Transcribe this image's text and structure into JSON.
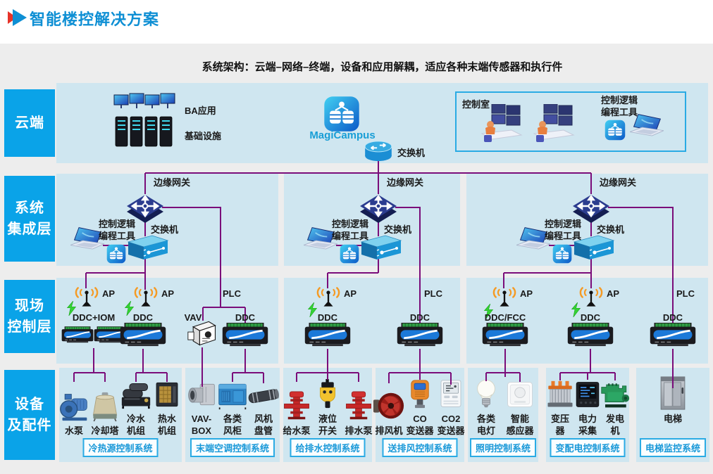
{
  "colors": {
    "accent_blue": "#0aa3e8",
    "title_blue": "#0e8fd4",
    "panel_blue": "#cfe6f0",
    "line_purple": "#7a0d7a",
    "badge_blue": "#2aabe4",
    "background_gray": "#ededed"
  },
  "header": {
    "title": "智能楼控解决方案"
  },
  "subtitle": "系统架构：云端–网络–终端，设备和应用解耦，适应各种末端传感器和执行件",
  "layer_labels": {
    "cloud": "云端",
    "integration_l1": "系统",
    "integration_l2": "集成层",
    "field_l1": "现场",
    "field_l2": "控制层",
    "devices_l1": "设备",
    "devices_l2": "及配件"
  },
  "cloud": {
    "ba_app": "BA应用",
    "infrastructure": "基础设施",
    "platform": "MagiCampus",
    "switch": "交换机",
    "control_room": "控制室",
    "tool_l1": "控制逻辑",
    "tool_l2": "编程工具"
  },
  "integration": {
    "gateway": "边缘网关",
    "tool_l1": "控制逻辑",
    "tool_l2": "编程工具",
    "switch": "交换机"
  },
  "field": {
    "ap": "AP",
    "plc": "PLC",
    "ddc_iom": "DDC+IOM",
    "ddc": "DDC",
    "ddc_fcc": "DDC/FCC",
    "vav": "VAV"
  },
  "device_groups": [
    {
      "badge": "冷热源控制系统",
      "items": [
        {
          "l1": "水泵"
        },
        {
          "l1": "冷却塔"
        },
        {
          "l1": "冷水",
          "l2": "机组"
        },
        {
          "l1": "热水",
          "l2": "机组"
        }
      ]
    },
    {
      "badge": "末端空调控制系统",
      "items": [
        {
          "l1": "VAV-",
          "l2": "BOX"
        },
        {
          "l1": "各类",
          "l2": "风柜"
        },
        {
          "l1": "风机",
          "l2": "盘管"
        }
      ]
    },
    {
      "badge": "给排水控制系统",
      "items": [
        {
          "l1": "给水泵"
        },
        {
          "l1": "液位",
          "l2": "开关"
        },
        {
          "l1": "排水泵"
        }
      ]
    },
    {
      "badge": "送排风控制系统",
      "items": [
        {
          "l1": "排风机"
        },
        {
          "l1": "CO",
          "l2": "变送器"
        },
        {
          "l1": "CO2",
          "l2": "变送器"
        }
      ]
    },
    {
      "badge": "照明控制系统",
      "items": [
        {
          "l1": "各类",
          "l2": "电灯"
        },
        {
          "l1": "智能",
          "l2": "感应器"
        }
      ]
    },
    {
      "badge": "变配电控制系统",
      "items": [
        {
          "l1": "变压器"
        },
        {
          "l1": "电力",
          "l2": "采集"
        },
        {
          "l1": "发电机"
        }
      ]
    },
    {
      "badge": "电梯监控系统",
      "items": [
        {
          "l1": "电梯"
        }
      ]
    }
  ]
}
